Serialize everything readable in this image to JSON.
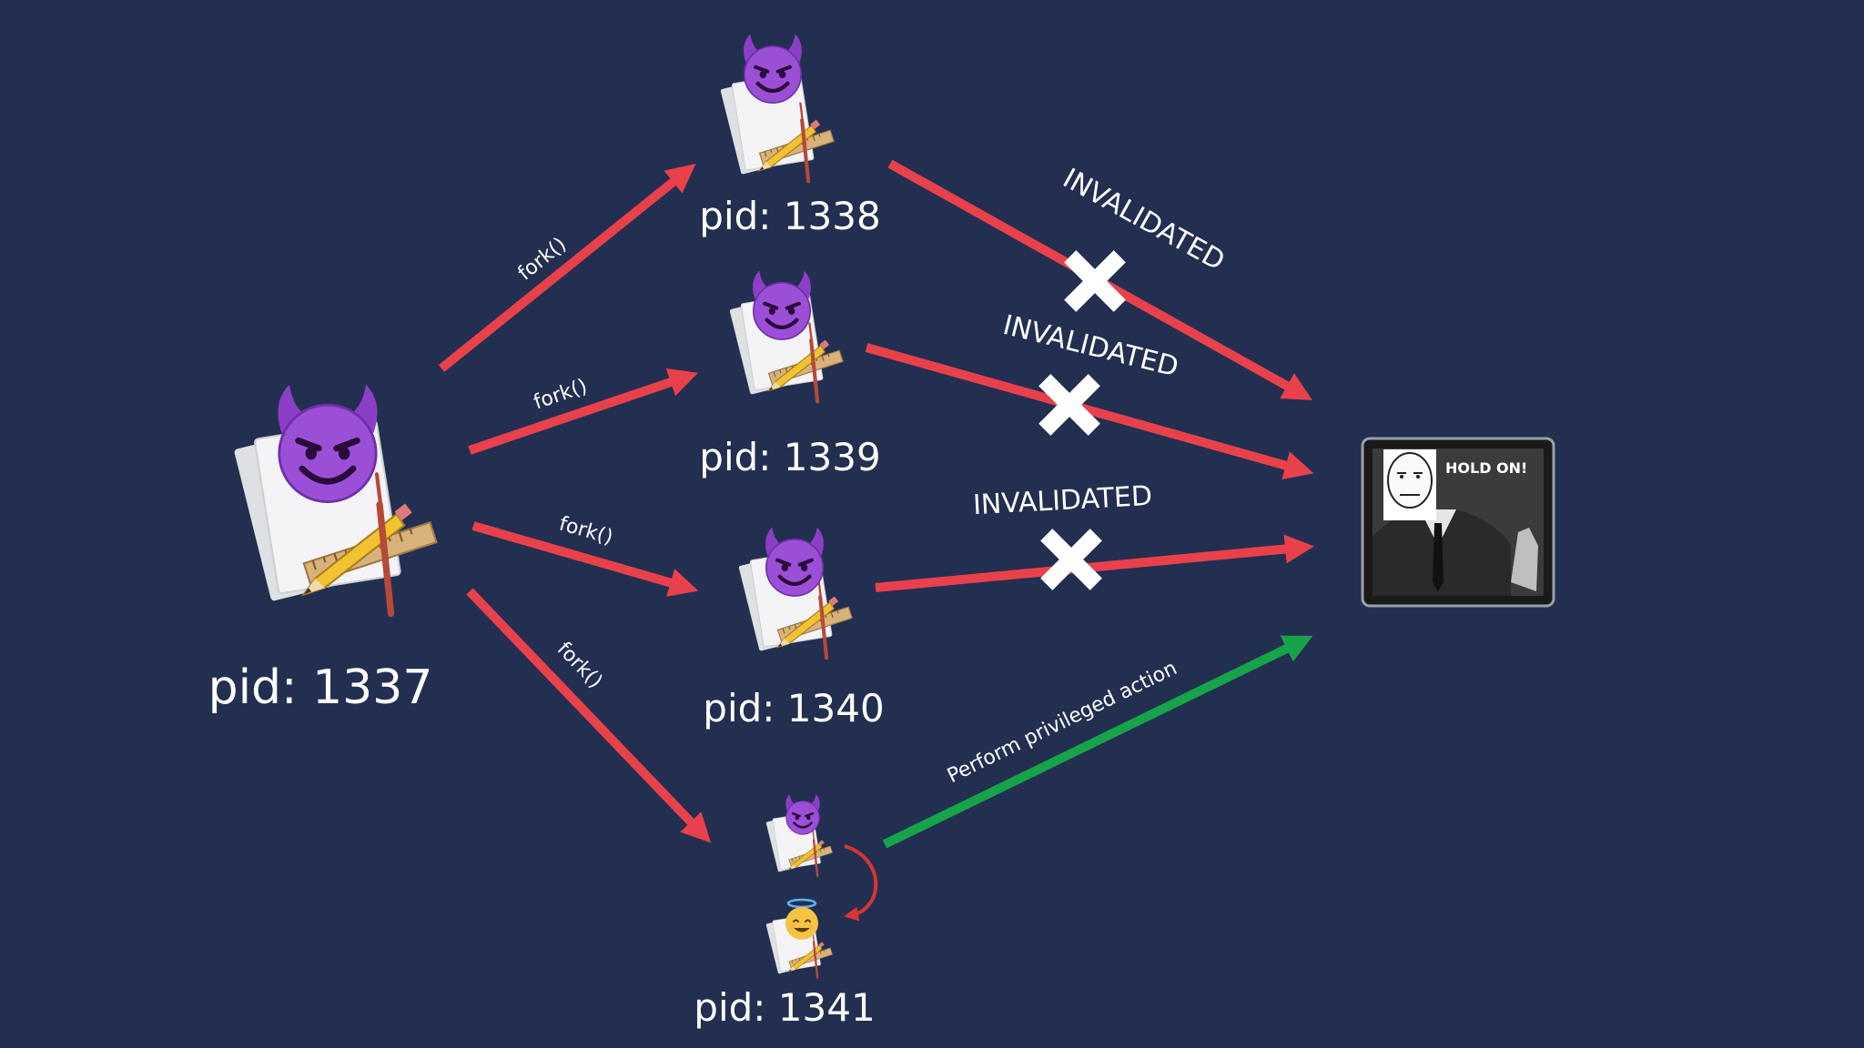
{
  "colors": {
    "background": "#232f50",
    "fork_arrow": "#e8414b",
    "success_arrow": "#16a34a",
    "text": "#ffffff",
    "devil": "#8b3fc6",
    "angel": "#f6c343"
  },
  "parent": {
    "label": "pid: 1337",
    "icon": "devil-app-icon"
  },
  "children": [
    {
      "label": "pid: 1338",
      "icon": "devil-app-icon",
      "fork_label": "fork()",
      "status": "INVALIDATED"
    },
    {
      "label": "pid: 1339",
      "icon": "devil-app-icon",
      "fork_label": "fork()",
      "status": "INVALIDATED"
    },
    {
      "label": "pid: 1340",
      "icon": "devil-app-icon",
      "fork_label": "fork()",
      "status": "INVALIDATED"
    },
    {
      "label": "pid: 1341",
      "icon": "devil-to-angel-app-icon",
      "fork_label": "fork()",
      "action": "Perform privileged action"
    }
  ],
  "target": {
    "caption": "HOLD ON!",
    "icon": "hold-on-meme-icon"
  },
  "icons": {
    "invalid_mark": "x-mark-icon",
    "swap": "curved-arrow-icon"
  }
}
